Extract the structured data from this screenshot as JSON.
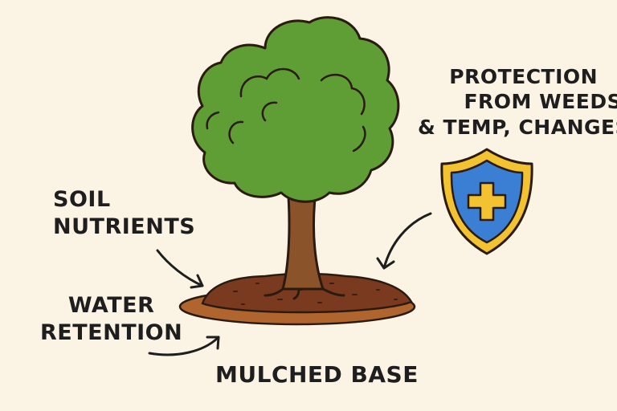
{
  "labels": {
    "protection": [
      "PROTECTION",
      "FROM WEEDS",
      "& TEMP, CHANGES"
    ],
    "soil_nutrients": [
      "SOIL",
      "NUTRIENTS"
    ],
    "water_retention": [
      "WATER",
      "RETENTION"
    ],
    "mulched_base": "MULCHED BASE"
  },
  "colors": {
    "background": "#fbf3e3",
    "foliage": "#5f9e34",
    "foliage_shade": "#4e8a2a",
    "trunk": "#8a5329",
    "mulch": "#7a3a1f",
    "mulch_ring": "#b0652f",
    "shield_outer": "#f2c230",
    "shield_inner": "#3a7fd4",
    "cross": "#f2c230",
    "ink": "#1e1e1e"
  },
  "icons": {
    "tree": "tree-icon",
    "shield": "shield-plus-icon"
  }
}
